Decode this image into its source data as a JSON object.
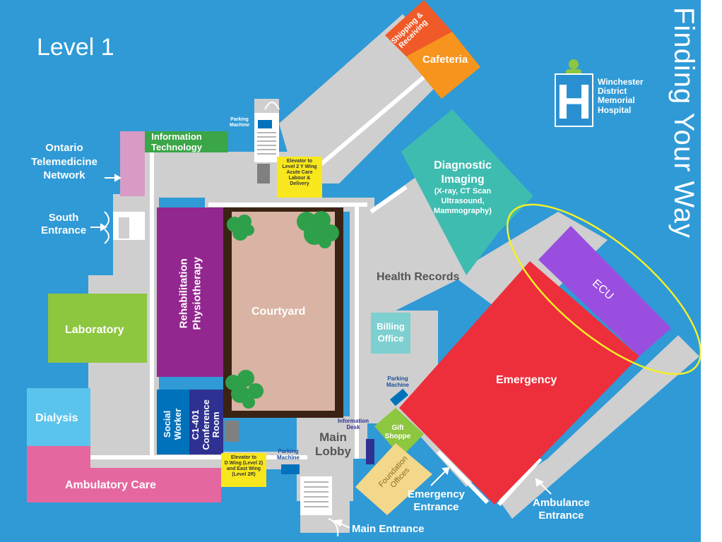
{
  "map_title": "Level 1",
  "side_title": "Finding Your Way",
  "hospital": {
    "line1": "Winchester",
    "line2": "District",
    "line3": "Memorial",
    "line4": "Hospital",
    "logo_letter": "H"
  },
  "rooms": {
    "shipping_1": "Shipping &",
    "shipping_2": "Receiving",
    "cafeteria": "Cafeteria",
    "it_1": "Information",
    "it_2": "Technology",
    "otn_1": "Ontario",
    "otn_2": "Telemedicine",
    "otn_3": "Network",
    "diag_1": "Diagnostic",
    "diag_2": "Imaging",
    "diag_3": "(X-ray, CT Scan",
    "diag_4": "Ultrasound,",
    "diag_5": "Mammography)",
    "rehab_1": "Rehabilitation",
    "rehab_2": "Physiotherapy",
    "courtyard": "Courtyard",
    "health_records": "Health Records",
    "billing_1": "Billing",
    "billing_2": "Office",
    "laboratory": "Laboratory",
    "ecu": "ECU",
    "emergency": "Emergency",
    "dialysis": "Dialysis",
    "social_1": "Social",
    "social_2": "Worker",
    "conf_1": "C1-401",
    "conf_2": "Conference",
    "conf_3": "Room",
    "main_lobby_1": "Main",
    "main_lobby_2": "Lobby",
    "gift_1": "Gift",
    "gift_2": "Shoppe",
    "foundation_1": "Foundation",
    "foundation_2": "Offices",
    "ambulatory": "Ambulatory Care"
  },
  "points": {
    "parking_top_1": "Parking",
    "parking_top_2": "Machine",
    "parking_right_1": "Parking",
    "parking_right_2": "Machine",
    "parking_bottom_1": "Parking",
    "parking_bottom_2": "Machine",
    "info_desk_1": "Information",
    "info_desk_2": "Desk"
  },
  "notes": {
    "elev_top_1": "Elevator to",
    "elev_top_2": "Level 2 Y Wing",
    "elev_top_3": "Acute Care",
    "elev_top_4": "Labour &",
    "elev_top_5": "Delivery",
    "elev_bottom_1": "Elevator to",
    "elev_bottom_2": "D Wing (Level 2)",
    "elev_bottom_3": "and East Wing",
    "elev_bottom_4": "(Level 2R)"
  },
  "entrances": {
    "south_1": "South",
    "south_2": "Entrance",
    "emergency_1": "Emergency",
    "emergency_2": "Entrance",
    "ambulance_1": "Ambulance",
    "ambulance_2": "Entrance",
    "main": "Main Entrance"
  },
  "colors": {
    "background": "#2f9ad6",
    "corridor": "#cfcfcf",
    "shipping": "#ef5a28",
    "cafeteria": "#f7941d",
    "it": "#3aa648",
    "otn": "#d89bc6",
    "diagnostic": "#3fbcb0",
    "rehab": "#92278f",
    "courtyard": "#d9b3a3",
    "courtyard_border": "#3b2314",
    "laboratory": "#8dc63f",
    "billing": "#7dcfd0",
    "ecu": "#9a4ee0",
    "emergency": "#ed2f3c",
    "dialysis": "#5bc4ec",
    "social": "#0072bc",
    "conference": "#2e3192",
    "gift": "#8dc63f",
    "foundation": "#f3d78a",
    "ambulatory": "#e5679f",
    "note": "#f8e71c",
    "highlight_ring": "#f2ef2a"
  },
  "icons": [
    "tree-icon",
    "arrow-icon",
    "door-icon",
    "stairs-icon",
    "elevator-icon",
    "parking-machine-icon"
  ]
}
